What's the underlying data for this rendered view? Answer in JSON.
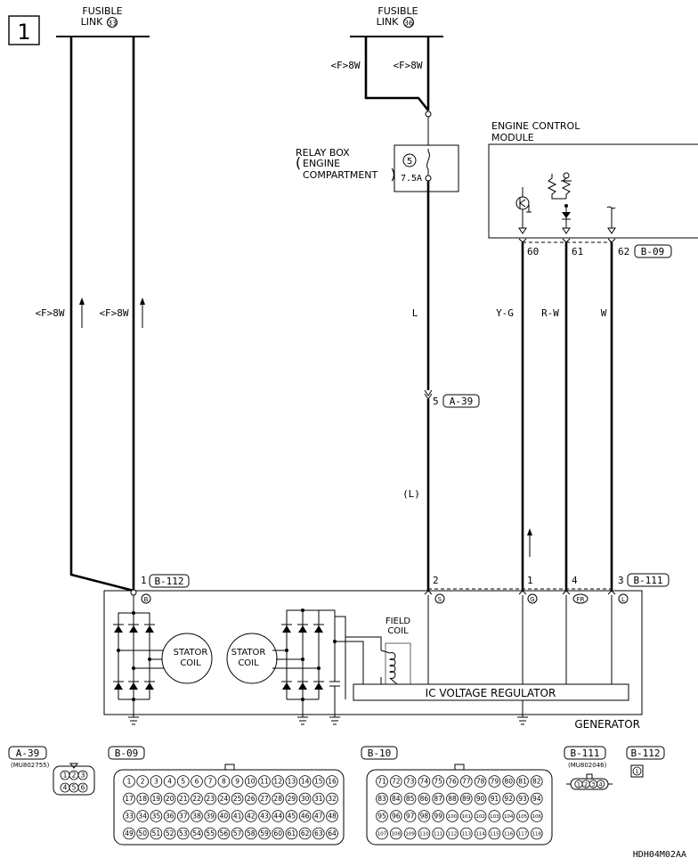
{
  "page_number": "1",
  "fusible_links": [
    {
      "label_line1": "FUSIBLE",
      "label_line2": "LINK",
      "num": "33"
    },
    {
      "label_line1": "FUSIBLE",
      "label_line2": "LINK",
      "num": "36"
    }
  ],
  "wire_codes": {
    "f8w": "<F>8W",
    "l": "L",
    "l_paren": "(L)",
    "yg": "Y-G",
    "rw": "R-W",
    "w": "W"
  },
  "relay_box": {
    "line1": "RELAY BOX",
    "line2": "ENGINE",
    "line3": "COMPARTMENT",
    "fuse_num": "5",
    "fuse_rating": "7.5A"
  },
  "ecm": {
    "line1": "ENGINE CONTROL",
    "line2": "MODULE"
  },
  "ecm_pins": {
    "p60": "60",
    "p61": "61",
    "p62": "62",
    "conn": "B-09"
  },
  "a39_conn": {
    "pin": "5",
    "conn": "A-39"
  },
  "b112": {
    "pin": "1",
    "conn": "B-112"
  },
  "b111": {
    "p2": "2",
    "p1": "1",
    "p4": "4",
    "p3": "3",
    "conn": "B-111"
  },
  "terminals": {
    "b": "B",
    "s": "S",
    "g": "G",
    "fr": "FR",
    "l": "L"
  },
  "generator": {
    "stator1_l1": "STATOR",
    "stator1_l2": "COIL",
    "stator2_l1": "STATOR",
    "stator2_l2": "COIL",
    "field1": "FIELD",
    "field2": "COIL",
    "regulator": "IC VOLTAGE REGULATOR",
    "name": "GENERATOR"
  },
  "connectors": {
    "a39": {
      "name": "A-39",
      "part": "(MU802755)"
    },
    "b09": {
      "name": "B-09"
    },
    "b10": {
      "name": "B-10"
    },
    "b111": {
      "name": "B-111",
      "part": "(MU802046)"
    },
    "b112": {
      "name": "B-112"
    }
  },
  "b09_rows": [
    [
      "1",
      "2",
      "3",
      "4",
      "5",
      "6",
      "7",
      "8",
      "9",
      "10",
      "11",
      "12",
      "13",
      "14",
      "15",
      "16"
    ],
    [
      "17",
      "18",
      "19",
      "20",
      "21",
      "22",
      "23",
      "24",
      "25",
      "26",
      "27",
      "28",
      "29",
      "30",
      "31",
      "32"
    ],
    [
      "33",
      "34",
      "35",
      "36",
      "37",
      "38",
      "39",
      "40",
      "41",
      "42",
      "43",
      "44",
      "45",
      "46",
      "47",
      "48"
    ],
    [
      "49",
      "50",
      "51",
      "52",
      "53",
      "54",
      "55",
      "56",
      "57",
      "58",
      "59",
      "60",
      "61",
      "62",
      "63",
      "64"
    ]
  ],
  "b10_rows": [
    [
      "71",
      "72",
      "73",
      "74",
      "75",
      "76",
      "77",
      "78",
      "79",
      "80",
      "81",
      "82"
    ],
    [
      "83",
      "84",
      "85",
      "86",
      "87",
      "88",
      "89",
      "90",
      "91",
      "92",
      "93",
      "94"
    ],
    [
      "95",
      "96",
      "97",
      "98",
      "99",
      "100",
      "101",
      "102",
      "103",
      "104",
      "105",
      "106"
    ],
    [
      "107",
      "108",
      "109",
      "110",
      "111",
      "112",
      "113",
      "114",
      "115",
      "116",
      "117",
      "118"
    ]
  ],
  "a39_pins": [
    "1",
    "2",
    "3",
    "4",
    "5",
    "6"
  ],
  "b111_pins": [
    "1",
    "2",
    "3",
    "4"
  ],
  "b112_pins": [
    "1"
  ],
  "diagram_code": "HDH04M02AA"
}
